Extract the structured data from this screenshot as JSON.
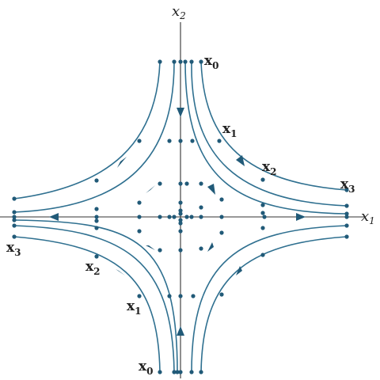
{
  "axes": {
    "horizontal": {
      "name": "x",
      "subscript": "1"
    },
    "vertical": {
      "name": "x",
      "subscript": "2"
    }
  },
  "point_labels": [
    {
      "id": "ur-x0",
      "name": "x",
      "subscript": "0"
    },
    {
      "id": "ur-x1",
      "name": "x",
      "subscript": "1"
    },
    {
      "id": "ur-x2",
      "name": "x",
      "subscript": "2"
    },
    {
      "id": "ur-x3",
      "name": "x",
      "subscript": "3"
    },
    {
      "id": "ll-x3",
      "name": "x",
      "subscript": "3"
    },
    {
      "id": "ll-x2",
      "name": "x",
      "subscript": "2"
    },
    {
      "id": "ll-x1",
      "name": "x",
      "subscript": "1"
    },
    {
      "id": "ll-x0",
      "name": "x",
      "subscript": "0"
    }
  ],
  "colors": {
    "trajectory": "#2f7090",
    "points": "#215a78",
    "axes": "#333333",
    "text": "#222222"
  }
}
